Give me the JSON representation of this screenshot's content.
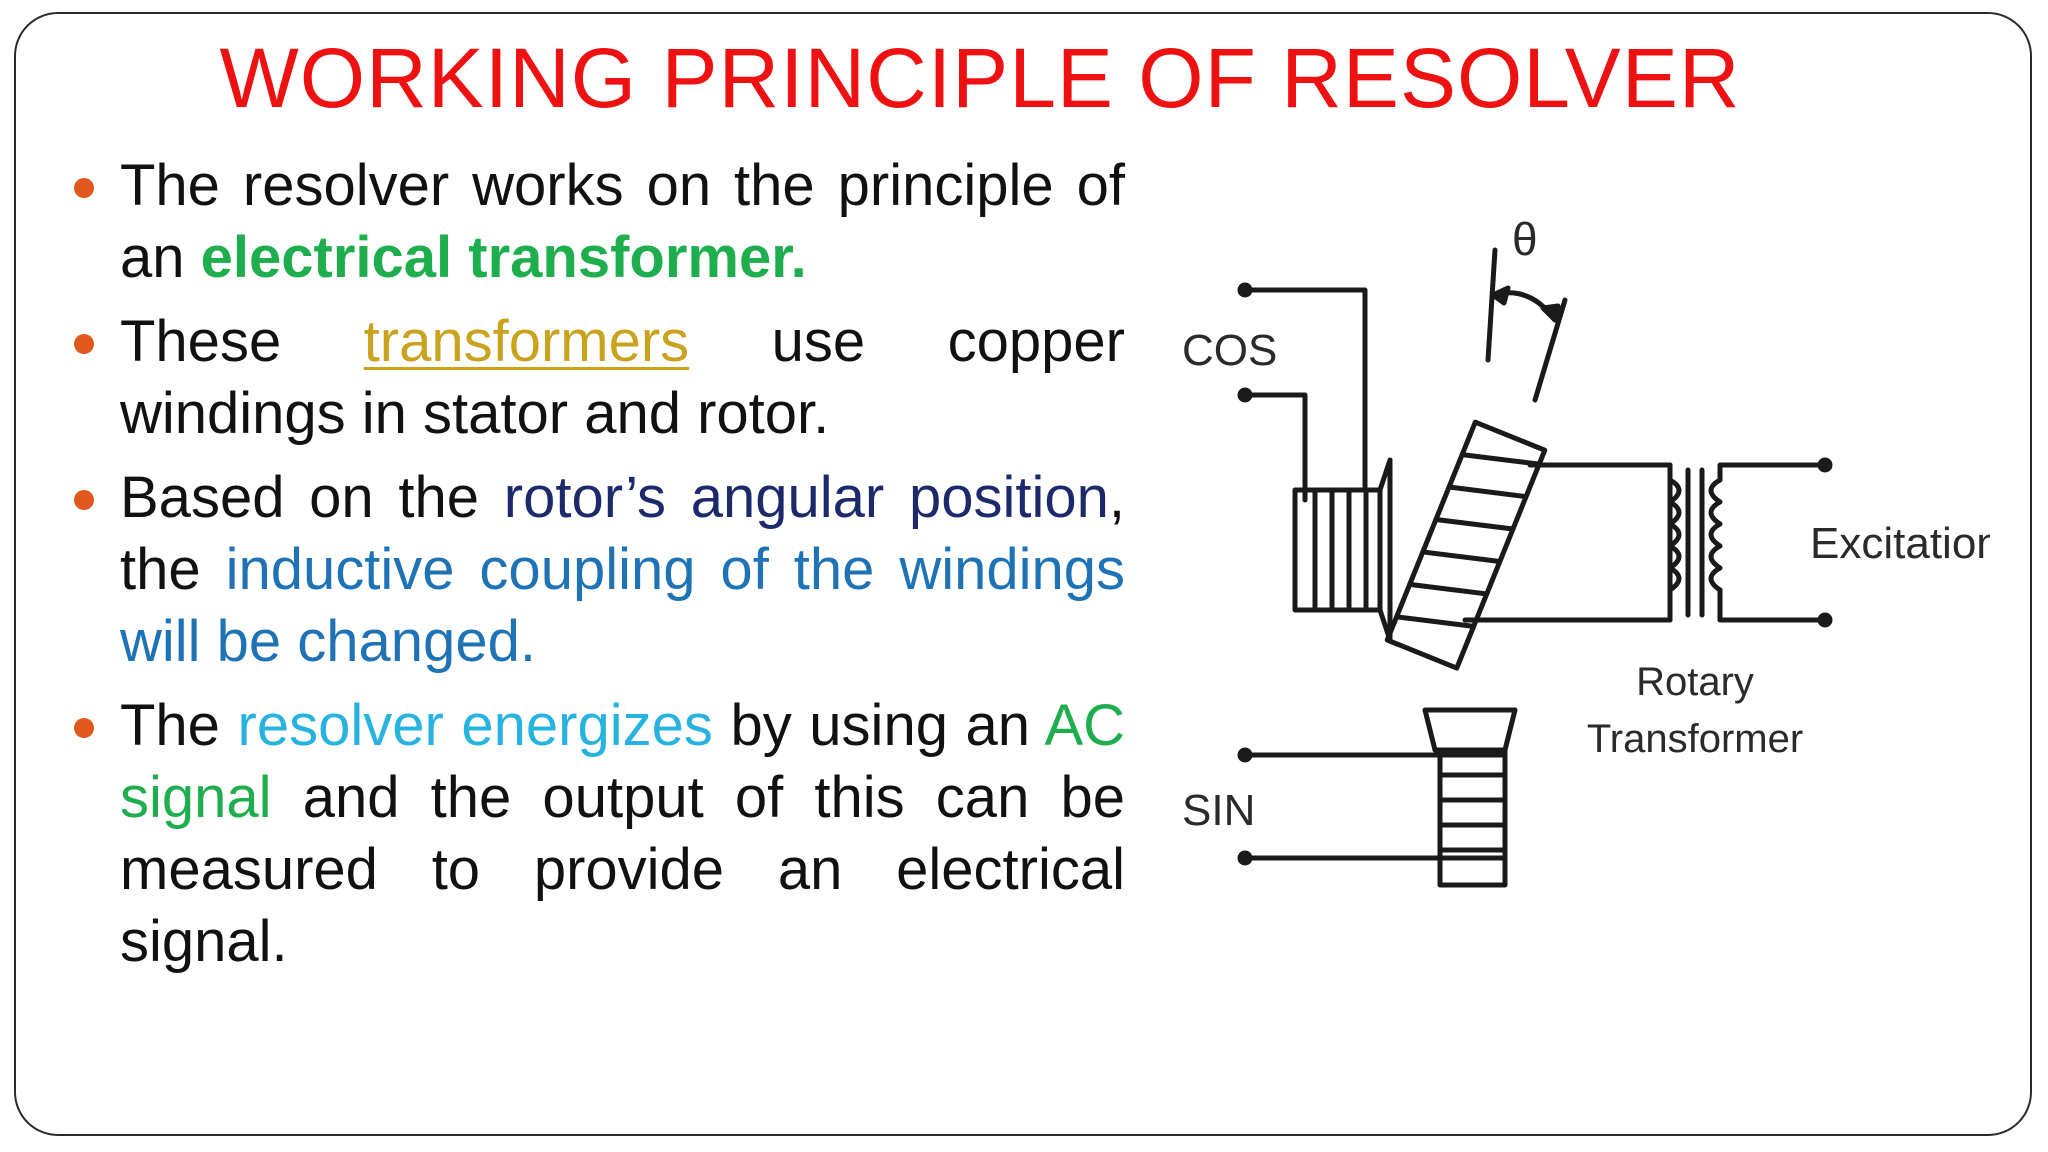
{
  "title": "WORKING PRINCIPLE OF RESOLVER",
  "bullets": [
    {
      "parts": [
        {
          "text": "The resolver works on the principle of an ",
          "style": ""
        },
        {
          "text": "electrical transformer.",
          "style": "c-green-bold"
        }
      ]
    },
    {
      "parts": [
        {
          "text": "These ",
          "style": ""
        },
        {
          "text": "transformers",
          "style": "c-gold-ul"
        },
        {
          "text": " use copper windings in stator and rotor.",
          "style": ""
        }
      ]
    },
    {
      "parts": [
        {
          "text": "Based on the ",
          "style": ""
        },
        {
          "text": "rotor’s angular position",
          "style": "c-navy"
        },
        {
          "text": ", the ",
          "style": ""
        },
        {
          "text": "inductive coupling of the windings will be changed.",
          "style": "c-blue"
        }
      ]
    },
    {
      "parts": [
        {
          "text": "The ",
          "style": ""
        },
        {
          "text": "resolver energizes",
          "style": "c-cyan"
        },
        {
          "text": " by using an ",
          "style": ""
        },
        {
          "text": "AC signal",
          "style": "c-green"
        },
        {
          "text": " and the output of this can be measured to provide an electrical signal.",
          "style": ""
        }
      ]
    }
  ],
  "diagram": {
    "cos_label": "COS",
    "sin_label": "SIN",
    "theta_label": "θ",
    "excitation_label": "Excitation",
    "rotary_label_line1": "Rotary",
    "rotary_label_line2": "Transformer"
  },
  "colors": {
    "title": "#ee1111",
    "bullet_marker": "#e0581c",
    "green": "#1eae4e",
    "gold": "#c9a21e",
    "navy": "#1c2a6b",
    "blue": "#1e72b6",
    "cyan": "#27b3df"
  }
}
